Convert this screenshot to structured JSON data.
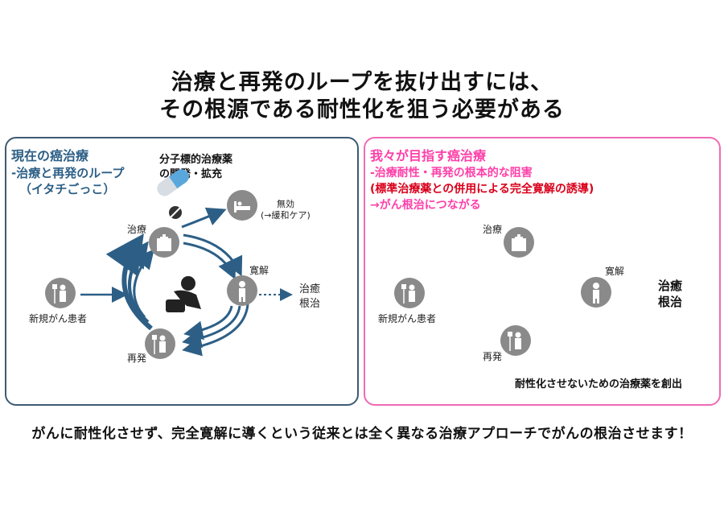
{
  "title": {
    "line1": "治療と再発のループを抜け出すには、",
    "line2": "その根源である耐性化を狙う必要がある"
  },
  "left": {
    "heading": "現在の癌治療",
    "sub1": "-治療と再発のループ",
    "sub2": "（イタチごっこ）",
    "drug_note_1": "分子標的治療薬",
    "drug_note_2": "の開発・拡充",
    "node_new_patient": "新規がん患者",
    "node_treatment": "治療",
    "node_relapse": "再発",
    "node_remission": "寛解",
    "node_ineffective": "無効",
    "node_palliative": "(→緩和ケア)",
    "outcome_1": "治癒",
    "outcome_2": "根治"
  },
  "right": {
    "heading": "我々が目指す癌治療",
    "sub1": "-治療耐性・再発の根本的な阻害",
    "sub2": "(標準治療薬との併用による完全寛解の誘導)",
    "sub3": "→がん根治につながる",
    "node_new_patient": "新規がん患者",
    "node_treatment": "治療",
    "node_relapse": "再発",
    "node_remission": "寛解",
    "outcome_1": "治癒",
    "outcome_2": "根治",
    "caption": "耐性化させないための治療薬を創出"
  },
  "footer": "がんに耐性化させず、完全寛解に導くという従来とは全く異なる治療アプローチでがんの根治させます！",
  "colors": {
    "blue": "#2d5f86",
    "pink": "#ff3fa8",
    "red": "#d9001b",
    "gray": "#8a8a8a",
    "pill_blue": "#5aa7dc"
  }
}
